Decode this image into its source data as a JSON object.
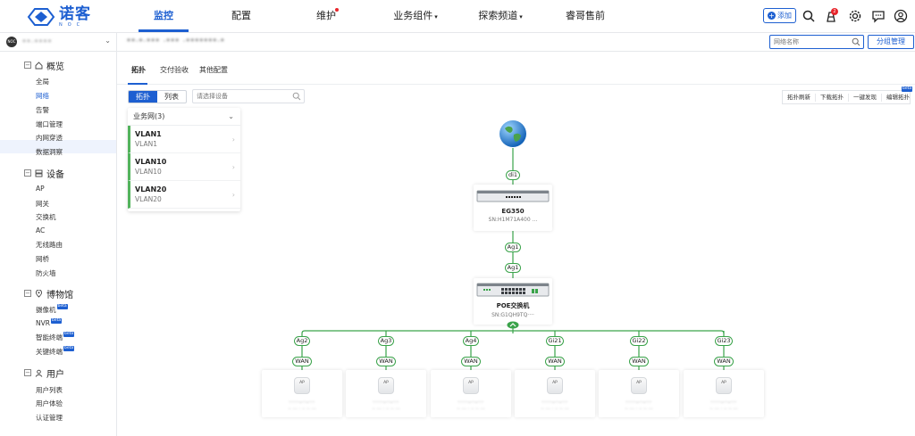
{
  "brand": {
    "name_cn": "诺客",
    "name_en": "NOC"
  },
  "nav": {
    "items": [
      {
        "label": "监控",
        "active": true
      },
      {
        "label": "配置"
      },
      {
        "label": "维护",
        "dot": true
      },
      {
        "label": "业务组件",
        "dropdown": true
      },
      {
        "label": "探索频道",
        "dropdown": true
      },
      {
        "label": "睿哥售前"
      }
    ],
    "add_label": "添加",
    "notification_count": "2"
  },
  "subbar": {
    "avatar_text": "NOC",
    "project_name": "**·****",
    "path_text": "**·*·*** ·*** ·*******·*",
    "search_placeholder": "网络名称",
    "group_mgmt_label": "分组管理"
  },
  "sidebar": {
    "sections": [
      {
        "title": "概览",
        "icon": "home-icon",
        "items": [
          {
            "label": "全局"
          },
          {
            "label": "网络",
            "active": true
          },
          {
            "label": "告警"
          },
          {
            "label": "端口管理"
          },
          {
            "label": "内网穿透"
          },
          {
            "label": "数据洞察"
          }
        ]
      },
      {
        "title": "设备",
        "icon": "device-icon",
        "items": [
          {
            "label": "AP"
          },
          {
            "label": "网关"
          },
          {
            "label": "交换机"
          },
          {
            "label": "AC"
          },
          {
            "label": "无线路由"
          },
          {
            "label": "网桥"
          },
          {
            "label": "防火墙"
          }
        ]
      },
      {
        "title": "博物馆",
        "icon": "location-icon",
        "items": [
          {
            "label": "摄像机",
            "beta": "beta"
          },
          {
            "label": "NVR",
            "beta": "beta"
          },
          {
            "label": "智能终端",
            "beta": "beta"
          },
          {
            "label": "关键终端",
            "beta": "beta"
          }
        ]
      },
      {
        "title": "用户",
        "icon": "user-icon",
        "items": [
          {
            "label": "用户列表"
          },
          {
            "label": "用户体验"
          },
          {
            "label": "认证管理"
          }
        ]
      }
    ]
  },
  "main": {
    "tabs": [
      {
        "label": "拓扑",
        "active": true
      },
      {
        "label": "交付验收"
      },
      {
        "label": "其他配置"
      }
    ],
    "view_toggle": {
      "topology": "拓扑",
      "list": "列表"
    },
    "device_search_placeholder": "请选择设备",
    "business_network": {
      "title": "业务网(3)",
      "vlans": [
        {
          "name": "VLAN1",
          "sub": "VLAN1"
        },
        {
          "name": "VLAN10",
          "sub": "VLAN10"
        },
        {
          "name": "VLAN20",
          "sub": "VLAN20"
        }
      ]
    },
    "topo_tools": [
      "拓扑刷新",
      "下载拓扑",
      "一键发现",
      "编辑拓扑"
    ],
    "topo_tools_beta": "beta"
  },
  "topology": {
    "internet_link": "di1",
    "gateway": {
      "name": "EG350",
      "sn": "SN:H1M71A400 ..."
    },
    "uplinks": [
      "Ag1",
      "Ag1"
    ],
    "switch": {
      "name": "POE交换机",
      "sn": "SN:G1QH9TQ····"
    },
    "ports": [
      "Ag2",
      "Ag3",
      "Ag4",
      "Gi21",
      "Gi22",
      "Gi23"
    ],
    "wan_label": "WAN",
    "ap_label": "AP",
    "ap_names": [
      "·····-··-···",
      "·····-··-···",
      "·····-··-···",
      "·····-··-···",
      "·····-··-···",
      "·····-··-···"
    ],
    "ap_subs": [
      "·· ··· · ·· ·· ···",
      "·· ··· · ·· ·· ···",
      "·· ··· · ·· ·· ···",
      "·· ··· · ·· ·· ···",
      "·· ··· · ·· ·· ···",
      "·· ··· · ·· ·· ···"
    ]
  },
  "colors": {
    "primary": "#1d5fd1",
    "link": "#3aa34a",
    "alert": "#e8262c"
  }
}
